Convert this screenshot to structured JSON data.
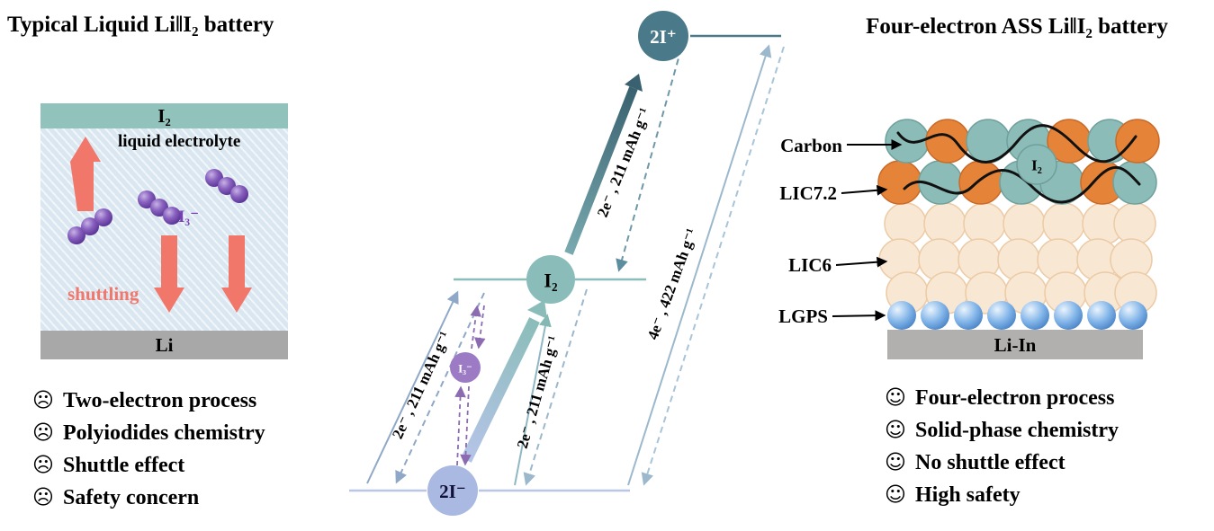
{
  "left": {
    "title": "Typical Liquid Li‖I₂ battery",
    "battery": {
      "cathode": "I₂",
      "electrolyte_label": "liquid electrolyte",
      "triiodide_label": "I₃⁻",
      "shuttling_label": "shuttling",
      "anode": "Li"
    },
    "cons": [
      {
        "icon": "☹",
        "text": "Two-electron process"
      },
      {
        "icon": "☹",
        "text": "Polyiodides chemistry"
      },
      {
        "icon": "☹",
        "text": "Shuttle effect"
      },
      {
        "icon": "☹",
        "text": "Safety concern"
      }
    ]
  },
  "middle": {
    "nodes": {
      "top": "2I⁺",
      "mid": "I₂",
      "tri": "I₃⁻",
      "bottom": "2I⁻"
    },
    "edge_labels": {
      "left_2e": "2e⁻ , 211 mAh g⁻¹",
      "center_2e": "2e⁻ , 211 mAh g⁻¹",
      "top_2e": "2e⁻ , 211 mAh g⁻¹",
      "right_4e": "4e⁻ , 422 mAh g⁻¹"
    }
  },
  "right": {
    "title": "Four-electron ASS Li‖I₂ battery",
    "layers": {
      "carbon": "Carbon",
      "lic72": "LIC7.2",
      "lic6": "LIC6",
      "lgps": "LGPS",
      "iodine": "I₂",
      "anode": "Li-In"
    },
    "pros": [
      {
        "icon": "☺",
        "text": "Four-electron process"
      },
      {
        "icon": "☺",
        "text": "Solid-phase chemistry"
      },
      {
        "icon": "☺",
        "text": "No shuttle effect"
      },
      {
        "icon": "☺",
        "text": "High safety"
      }
    ]
  },
  "colors": {
    "teal": "#8abdb9",
    "dark_teal": "#4a7a8a",
    "periwinkle": "#aab9e2",
    "purple": "#9c7bc4",
    "orange": "#e58438",
    "peach": "#f8e7d3",
    "lgps_blue": "#7fb0e4",
    "salmon": "#f2776b"
  }
}
